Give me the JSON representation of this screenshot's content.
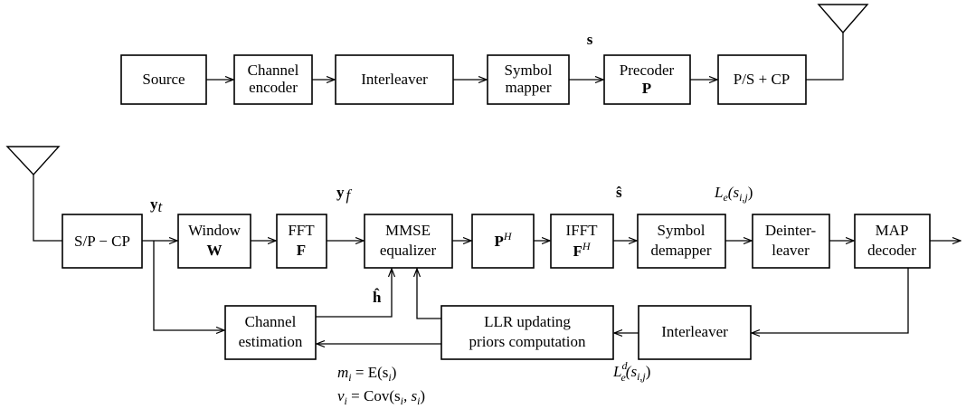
{
  "transmitter": {
    "source": "Source",
    "channel_encoder": [
      "Channel",
      "encoder"
    ],
    "interleaver": "Interleaver",
    "symbol_mapper": [
      "Symbol",
      "mapper"
    ],
    "precoder": [
      "Precoder",
      "P"
    ],
    "ps_cp": "P/S + CP",
    "signal_s": "s"
  },
  "receiver": {
    "sp_cp": "S/P − CP",
    "window": [
      "Window",
      "W"
    ],
    "fft": [
      "FFT",
      "F"
    ],
    "mmse": [
      "MMSE",
      "equalizer"
    ],
    "ph": {
      "base": "P",
      "sup": "H"
    },
    "ifft": {
      "line1": "IFFT",
      "base": "F",
      "sup": "H"
    },
    "symbol_demapper": [
      "Symbol",
      "demapper"
    ],
    "deinterleaver": [
      "Deinter-",
      "leaver"
    ],
    "map_decoder": [
      "MAP",
      "decoder"
    ],
    "channel_estimation": [
      "Channel",
      "estimation"
    ],
    "llr_updating": [
      "LLR updating",
      "priors computation"
    ],
    "interleaver": "Interleaver"
  },
  "signals": {
    "yt": {
      "base": "y",
      "sub": "t"
    },
    "yf": {
      "base": "y",
      "sub": "f"
    },
    "s_hat": "ŝ",
    "h_hat": "ĥ",
    "le": {
      "base": "L",
      "sub": "e",
      "arg": "(s",
      "arg_sub": "i,j",
      "close": ")"
    },
    "led": {
      "base": "L",
      "sub": "e",
      "sup": "d",
      "arg": "(s",
      "arg_sub": "i,j",
      "close": ")"
    },
    "mi": "m",
    "mi_sub": "i",
    "mi_expr": " = E(s",
    "mi_expr_sub": "i",
    "mi_close": ")",
    "vi": "v",
    "vi_sub": "i",
    "vi_expr": " = Cov(s",
    "vi_expr_sub1": "i",
    "vi_mid": ", s",
    "vi_expr_sub2": "i",
    "vi_close": ")"
  }
}
